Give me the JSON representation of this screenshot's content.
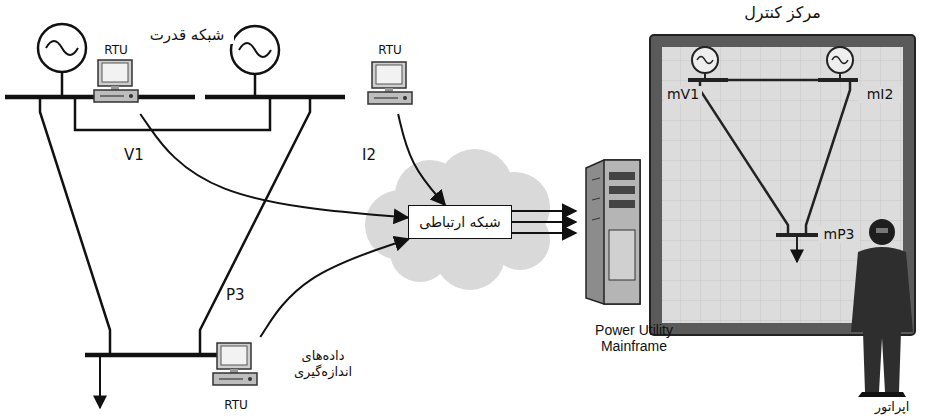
{
  "diagram": {
    "nodes": [
      {
        "text": [
          "RTU"
        ]
      },
      {
        "text": [
          "RTU"
        ]
      },
      {
        "text": [
          "RTU"
        ]
      },
      {
        "text": [
          "شبکه ارتباطی"
        ]
      },
      {
        "text": [
          "Power Utility Mainframe"
        ]
      },
      {
        "text": [
          "مرکز کنترل"
        ]
      }
    ],
    "edges": [
      {
        "from": 0,
        "to": 3,
        "arrow": "to",
        "label": "V1"
      },
      {
        "from": 1,
        "to": 3,
        "arrow": "to",
        "label": "I2"
      },
      {
        "from": 2,
        "to": 3,
        "arrow": "to",
        "label": "P3"
      },
      {
        "from": 3,
        "to": 4,
        "arrow": "to"
      },
      {
        "from": 3,
        "to": 4,
        "arrow": "to"
      },
      {
        "from": 3,
        "to": 4,
        "arrow": "to"
      }
    ],
    "labels": [
      "شبکه قدرت",
      "داده‌های اندازه‌گیری",
      "mV1",
      "mI2",
      "mP3",
      "اپراتور"
    ]
  }
}
